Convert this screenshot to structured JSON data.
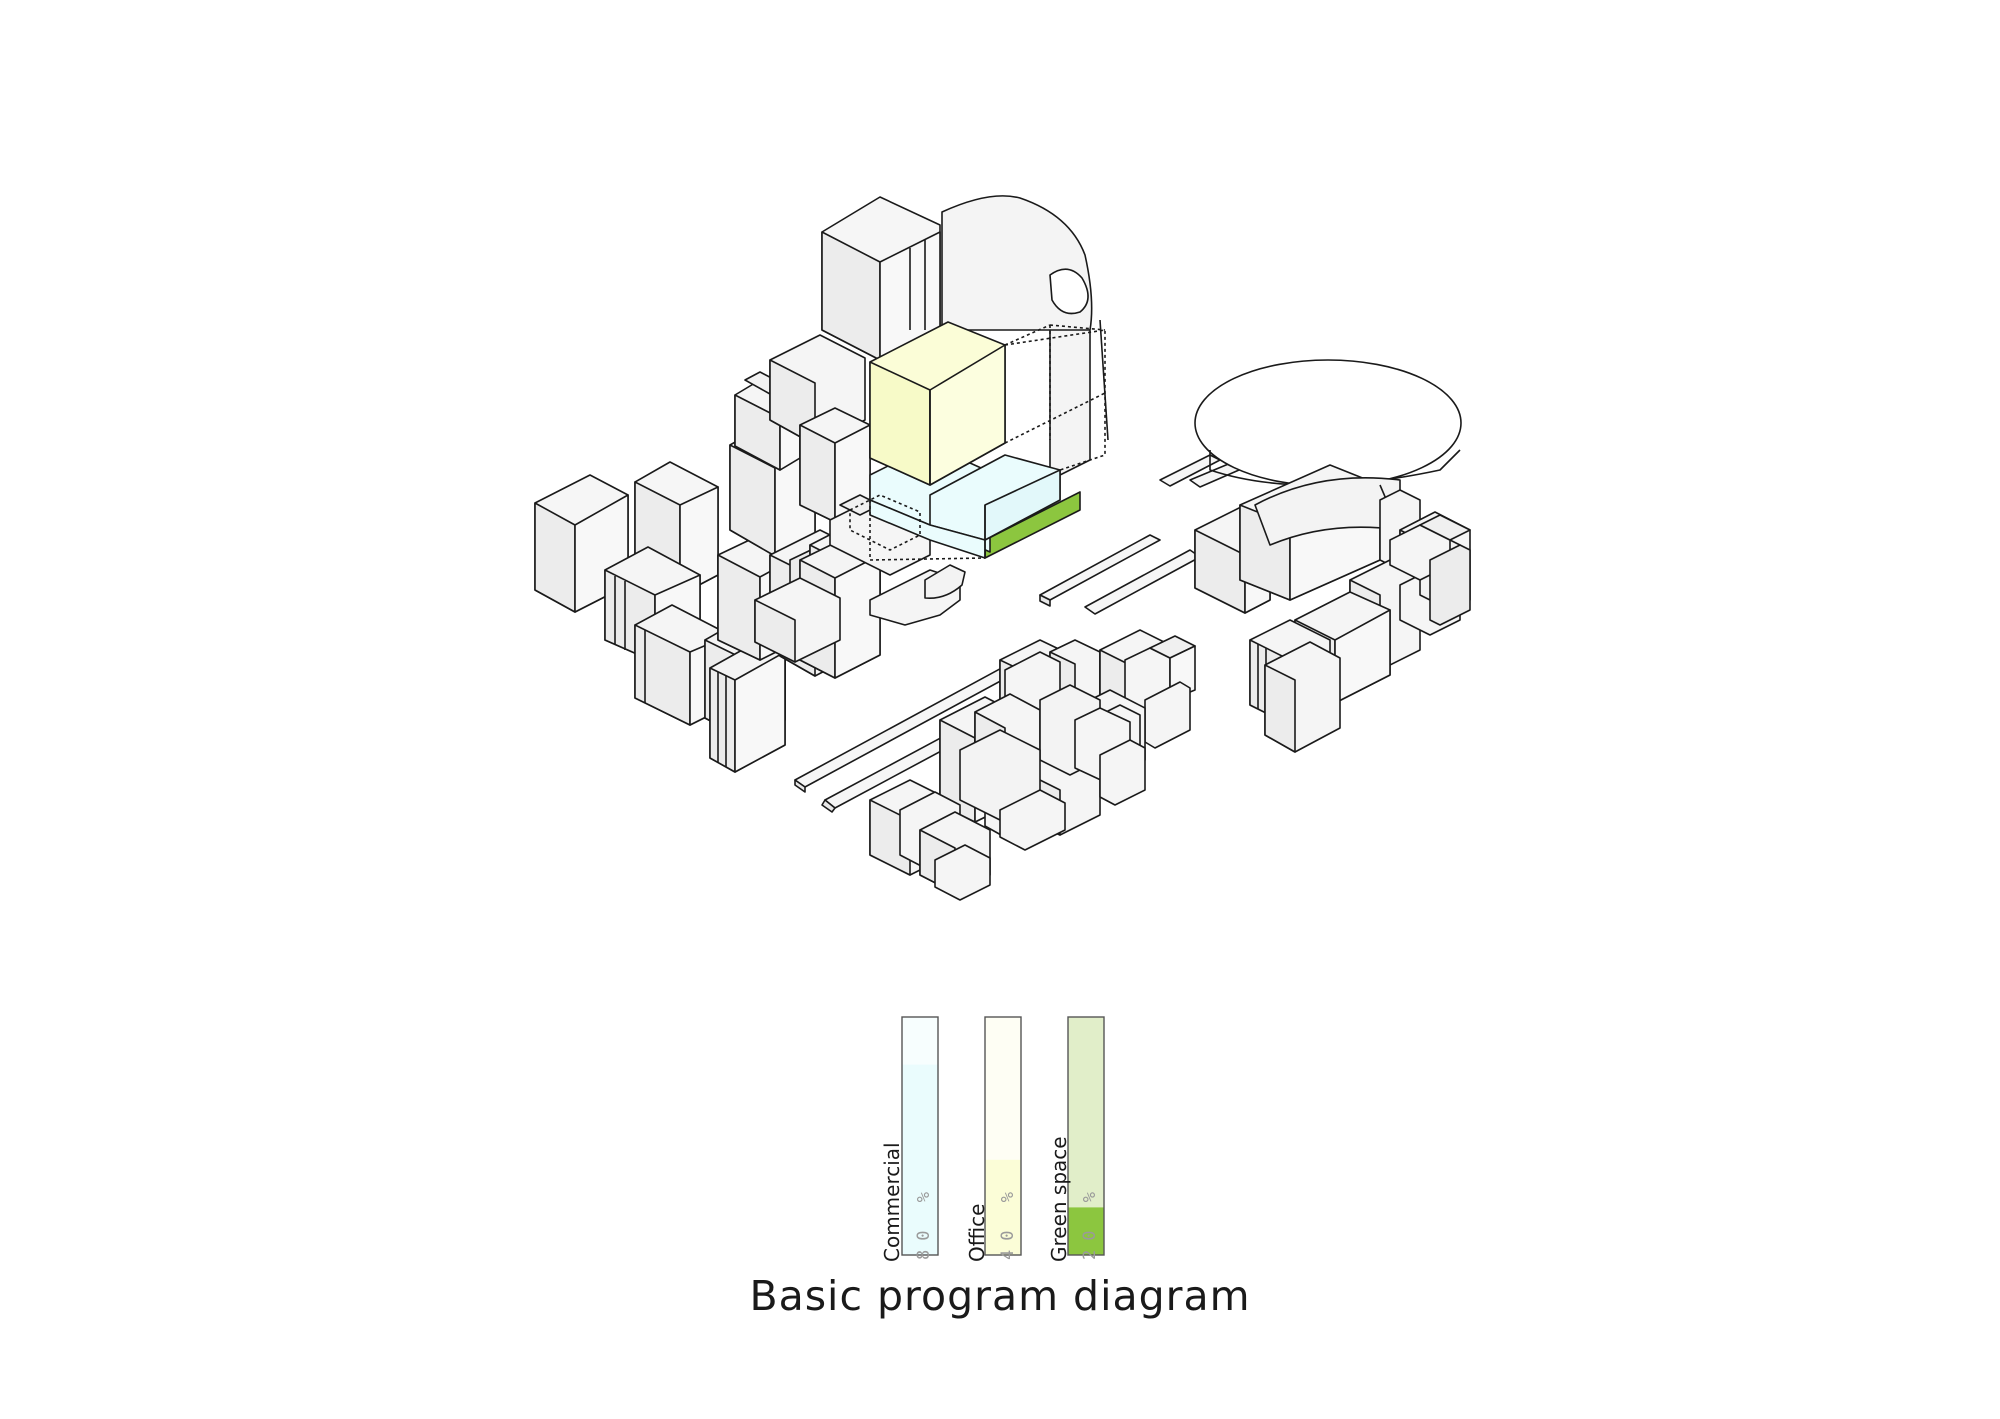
{
  "title": "Basic program diagram",
  "colors": {
    "commercial": "#eafcfd",
    "office": "#fbfdd7",
    "green_space": "#8cc63f",
    "building": "#f3f3f3",
    "line": "#1a1a1a"
  },
  "legend": [
    {
      "name": "Commercial",
      "percent_label": "80 %",
      "percent": 80,
      "fill_color": "#eafcfd",
      "bg_color": "#f7fefe"
    },
    {
      "name": "Office",
      "percent_label": "40 %",
      "percent": 40,
      "fill_color": "#fbfdd7",
      "bg_color": "#fefef4"
    },
    {
      "name": "Green space",
      "percent_label": "20 %",
      "percent": 20,
      "fill_color": "#8cc63f",
      "bg_color": "#e1eec9"
    }
  ]
}
